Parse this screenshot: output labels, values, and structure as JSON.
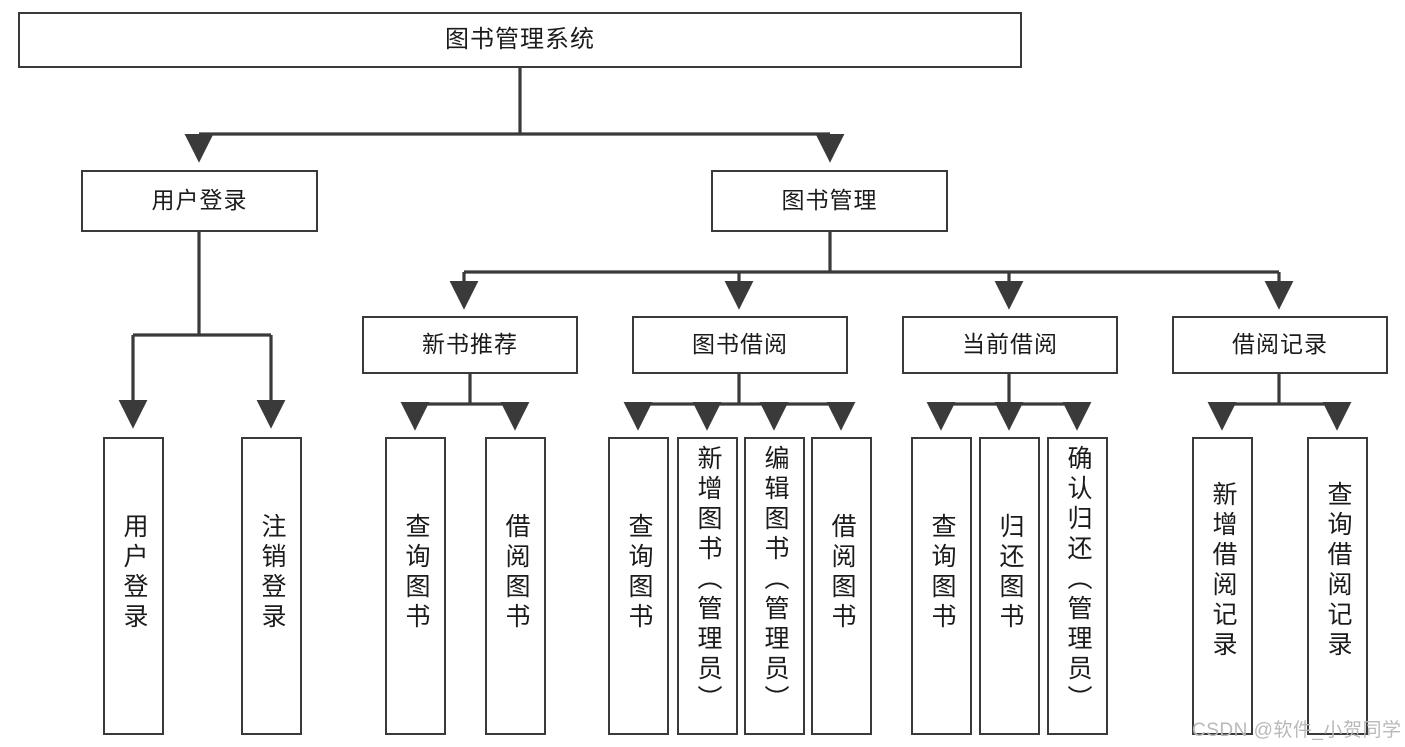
{
  "diagram": {
    "title": "图书管理系统",
    "type": "tree",
    "watermark": "CSDN @软件_小贺同学",
    "colors": {
      "box_border": "#3a3a3a",
      "box_fill": "#ffffff",
      "connector": "#3a3a3a",
      "text": "#1b1b1b",
      "watermark": "#b9b9b9",
      "background": "#ffffff"
    },
    "nodes": {
      "root": {
        "label": "图书管理系统"
      },
      "level2": [
        {
          "id": "user-login",
          "label": "用户登录"
        },
        {
          "id": "book-manage",
          "label": "图书管理"
        }
      ],
      "level3": [
        {
          "id": "new-book-recommend",
          "label": "新书推荐"
        },
        {
          "id": "book-borrow",
          "label": "图书借阅"
        },
        {
          "id": "current-borrow",
          "label": "当前借阅"
        },
        {
          "id": "borrow-record",
          "label": "借阅记录"
        }
      ],
      "leaves": {
        "user_login": [
          {
            "id": "leaf-user-login",
            "label": "用户登录"
          },
          {
            "id": "leaf-logout-login",
            "label": "注销登录"
          }
        ],
        "new_book_recommend": [
          {
            "id": "leaf-query-book-1",
            "label": "查询图书"
          },
          {
            "id": "leaf-borrow-book-1",
            "label": "借阅图书"
          }
        ],
        "book_borrow": [
          {
            "id": "leaf-query-book-2",
            "label": "查询图书"
          },
          {
            "id": "leaf-add-book",
            "label": "新增图书（管理员）"
          },
          {
            "id": "leaf-edit-book",
            "label": "编辑图书（管理员）"
          },
          {
            "id": "leaf-borrow-book-2",
            "label": "借阅图书"
          }
        ],
        "current_borrow": [
          {
            "id": "leaf-query-book-3",
            "label": "查询图书"
          },
          {
            "id": "leaf-return-book",
            "label": "归还图书"
          },
          {
            "id": "leaf-confirm-return",
            "label": "确认归还（管理员）"
          }
        ],
        "borrow_record": [
          {
            "id": "leaf-add-record",
            "label": "新增借阅记录"
          },
          {
            "id": "leaf-query-record",
            "label": "查询借阅记录"
          }
        ]
      }
    }
  }
}
